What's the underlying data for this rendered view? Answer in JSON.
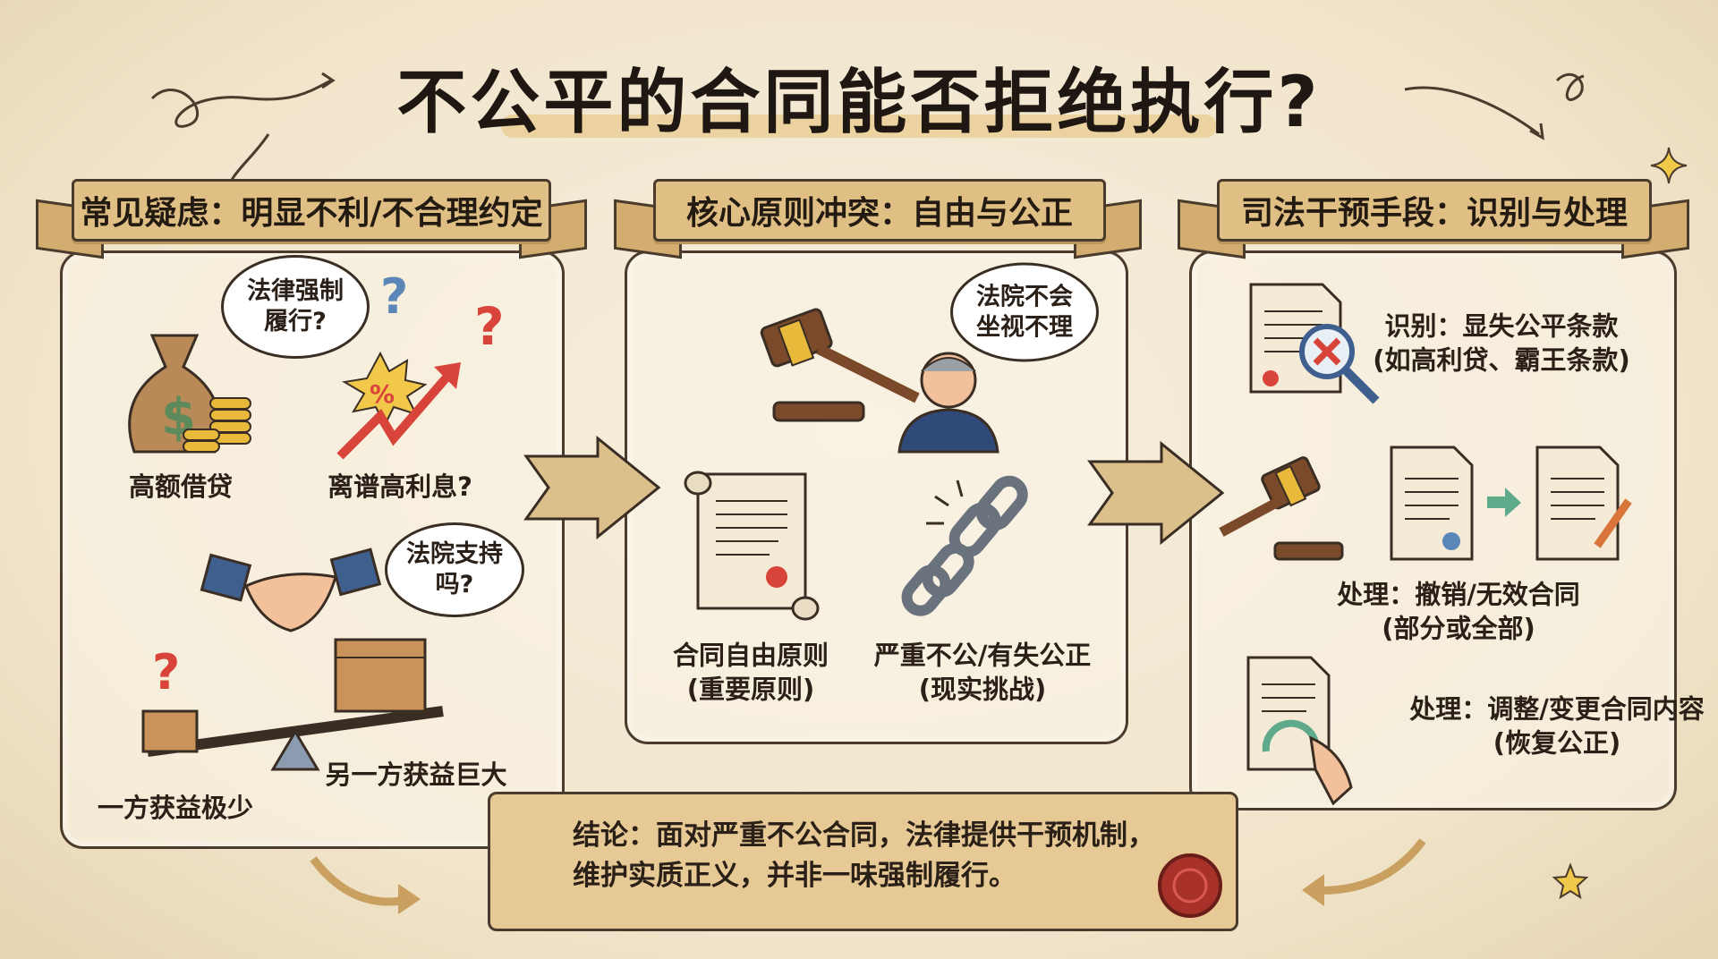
{
  "title": "不公平的合同能否拒绝执行?",
  "panels": [
    {
      "banner": "常见疑虑：明显不利/不合理约定",
      "bubble1": [
        "法律强制",
        "履行?"
      ],
      "label_loan": "高额借贷",
      "label_interest": "离谱高利息?",
      "bubble2": [
        "法院支持",
        "吗?"
      ],
      "label_small_gain": "一方获益极少",
      "label_big_gain": "另一方获益巨大"
    },
    {
      "banner": "核心原则冲突：自由与公正",
      "bubble": [
        "法院不会",
        "坐视不理"
      ],
      "freedom": [
        "合同自由原则",
        "(重要原则)"
      ],
      "unfair": [
        "严重不公/有失公正",
        "(现实挑战)"
      ]
    },
    {
      "banner": "司法干预手段：识别与处理",
      "identify": [
        "识别：显失公平条款",
        "(如高利贷、霸王条款)"
      ],
      "revoke": [
        "处理：撤销/无效合同",
        "(部分或全部)"
      ],
      "adjust": [
        "处理：调整/变更合同内容",
        "(恢复公正)"
      ]
    }
  ],
  "conclusion": [
    "结论：面对严重不公合同，法律提供干预机制，",
    "维护实质正义，并非一味强制履行。"
  ],
  "colors": {
    "banner": "#e0bf85",
    "ink": "#4a3b2c",
    "red": "#d9443a",
    "gold": "#e8b93a",
    "blue": "#5b86b8"
  }
}
